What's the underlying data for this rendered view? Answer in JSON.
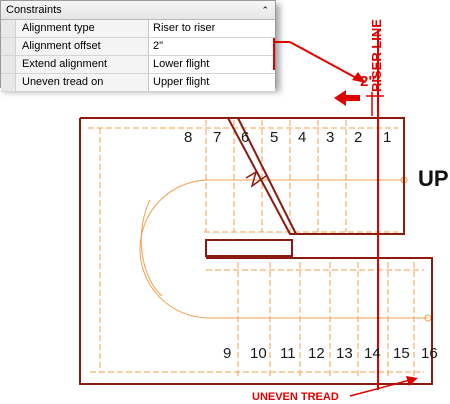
{
  "panel": {
    "title": "Constraints",
    "collapse_glyph": "⌃",
    "rows": [
      {
        "label": "Alignment type",
        "value": "Riser to riser"
      },
      {
        "label": "Alignment offset",
        "value": "2\""
      },
      {
        "label": "Extend alignment",
        "value": "Lower flight"
      },
      {
        "label": "Uneven tread on",
        "value": "Upper flight"
      }
    ]
  },
  "drawing": {
    "riser_line_label": "RISER LINE",
    "offset_label": "2\"",
    "direction_label": "UP",
    "uneven_tread_label": "UNEVEN TREAD",
    "upper_tread_numbers": [
      "8",
      "7",
      "6",
      "5",
      "4",
      "3",
      "2",
      "1"
    ],
    "lower_tread_numbers": [
      "9",
      "10",
      "11",
      "12",
      "13",
      "14",
      "15",
      "16"
    ],
    "accent_color": "#e00000",
    "outline_color": "#8b1a10",
    "tread_line_color": "#f0a050"
  }
}
